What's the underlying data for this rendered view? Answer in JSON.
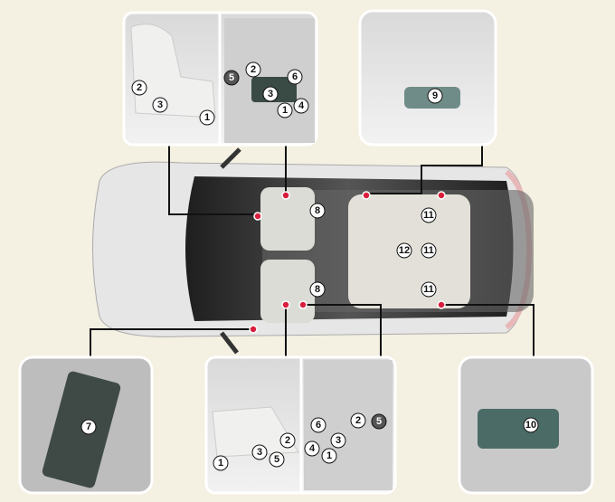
{
  "callouts": {
    "front_seat_left": [
      "1",
      "2",
      "3"
    ],
    "front_seat_panel": [
      "1",
      "2",
      "3",
      "4",
      "5",
      "6"
    ],
    "rear_release": "9",
    "door_panel": "7",
    "passenger_seat_left": [
      "1",
      "2",
      "3",
      "5"
    ],
    "passenger_seat_panel": [
      "1",
      "2",
      "3",
      "4",
      "5",
      "6"
    ],
    "cargo_release": "10",
    "front_seats": [
      "8",
      "8"
    ],
    "rear_seats": [
      "11",
      "11",
      "11"
    ],
    "rear_center": "12"
  },
  "colors": {
    "background": "#f4f0e2",
    "marker": "#d91e3c",
    "roof": "#2b2b2b"
  }
}
